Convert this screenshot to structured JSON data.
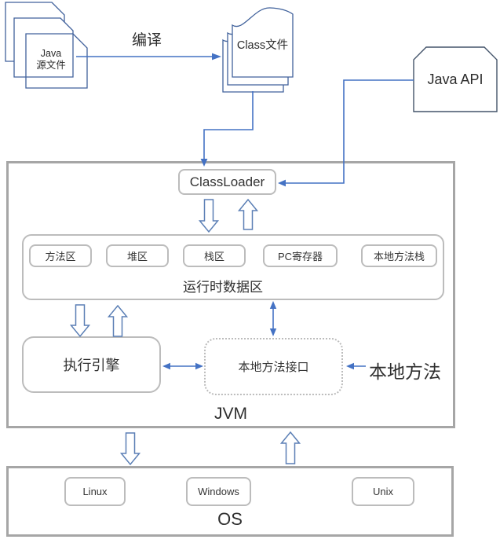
{
  "labels": {
    "compile": "编译",
    "java_source_line1": "Java",
    "java_source_line2": "源文件",
    "class_file": "Class文件",
    "java_api": "Java API",
    "classloader": "ClassLoader",
    "runtime_data_area": "运行时数据区",
    "runtime_boxes": [
      "方法区",
      "堆区",
      "栈区",
      "PC寄存器",
      "本地方法栈"
    ],
    "execution_engine": "执行引擎",
    "native_method_interface": "本地方法接口",
    "native_method": "本地方法",
    "jvm": "JVM",
    "os": "OS",
    "os_boxes": [
      "Linux",
      "Windows",
      "Unix"
    ]
  },
  "colors": {
    "connector_blue": "#4472c4",
    "page_outline_blue": "#41629c",
    "java_api_outline": "#44546a",
    "block_arrow_outline": "#5b7fb5",
    "box_border_gray": "#bcbcbc",
    "container_border_gray": "#a6a6a6",
    "text": "#2e2e2e"
  }
}
